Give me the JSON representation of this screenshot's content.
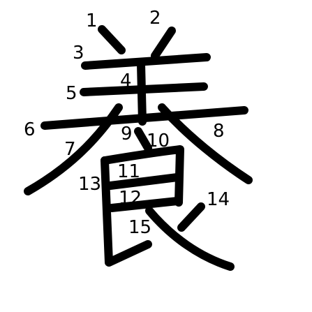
{
  "diagram": {
    "character": "養",
    "stroke_count": 15,
    "stroke_color": "#000000",
    "background": "#ffffff",
    "strokes": [
      {
        "number": "1"
      },
      {
        "number": "2"
      },
      {
        "number": "3"
      },
      {
        "number": "4"
      },
      {
        "number": "5"
      },
      {
        "number": "6"
      },
      {
        "number": "7"
      },
      {
        "number": "8"
      },
      {
        "number": "9"
      },
      {
        "number": "10"
      },
      {
        "number": "11"
      },
      {
        "number": "12"
      },
      {
        "number": "13"
      },
      {
        "number": "14"
      },
      {
        "number": "15"
      }
    ]
  }
}
